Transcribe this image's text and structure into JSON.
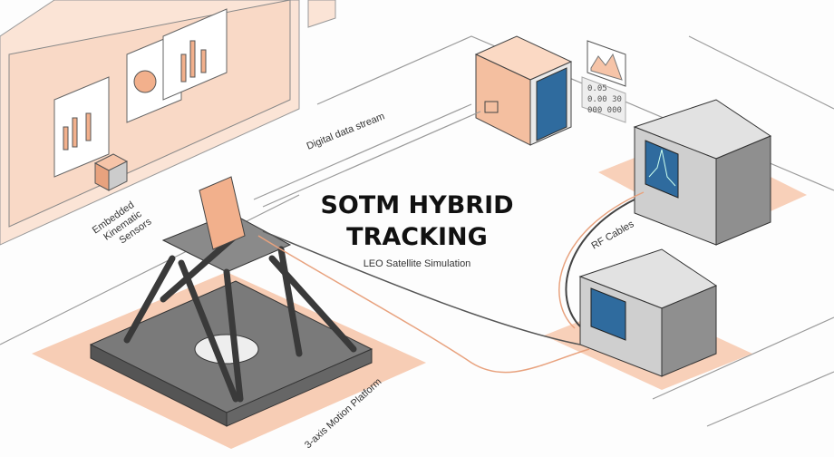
{
  "title": {
    "line1": "SOTM HYBRID",
    "line2": "TRACKING",
    "subtitle": "LEO Satellite Simulation"
  },
  "labels": {
    "data_stream": "Digital data stream",
    "sensors_1": "Embedded",
    "sensors_2": "Kinematic",
    "sensors_3": "Sensors",
    "rf_cables": "RF Cables",
    "platform": "3-axis Motion Platform"
  },
  "readout": {
    "row1": "0.05",
    "row2": "0.00   30",
    "row3": "000 000"
  },
  "colors": {
    "accent": "#f6c4a8",
    "accent_dark": "#e8a27e",
    "screen": "#2f6b9e",
    "metal": "#6e6e6e"
  }
}
